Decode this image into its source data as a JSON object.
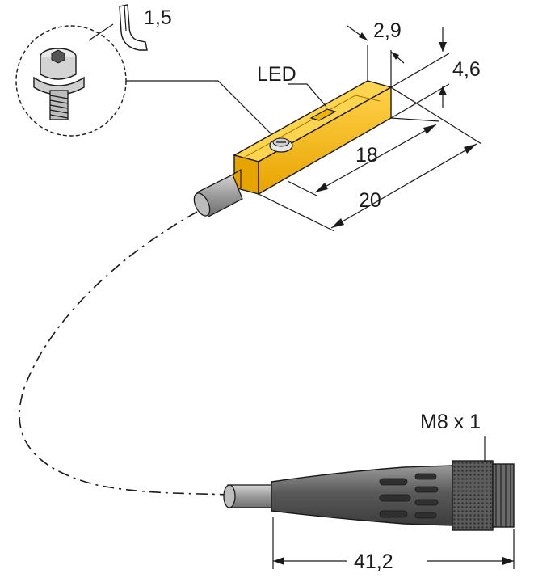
{
  "labels": {
    "led": "LED",
    "screw_size": "1,5",
    "width": "2,9",
    "height": "4,6",
    "inner_length": "18",
    "outer_length": "20",
    "thread": "M8 x 1",
    "connector_length": "41,2"
  },
  "colors": {
    "sensor_body": "#f7b500",
    "sensor_shade": "#d99a00",
    "connector": "#6b6b6b",
    "cable": "#a8a8a8",
    "ink": "#1a1a1a"
  }
}
